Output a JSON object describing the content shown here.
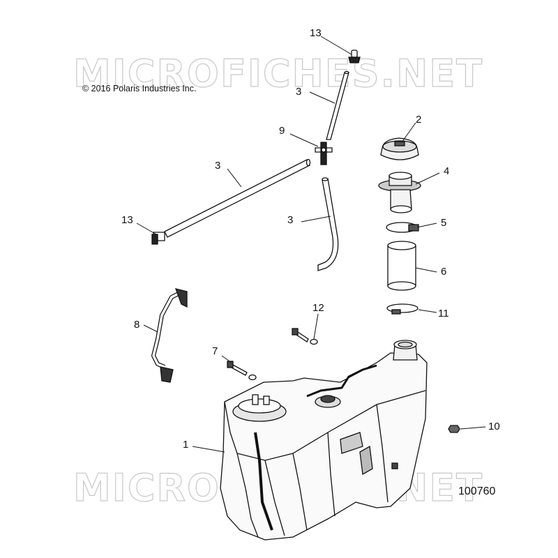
{
  "copyright": "© 2016 Polaris Industries Inc.",
  "figure_number": "100760",
  "watermark": "MICROFICHES.NET",
  "callouts": {
    "c1": "1",
    "c2": "2",
    "c3a": "3",
    "c3b": "3",
    "c3c": "3",
    "c4": "4",
    "c5": "5",
    "c6": "6",
    "c7": "7",
    "c8": "8",
    "c9": "9",
    "c10": "10",
    "c11": "11",
    "c12": "12",
    "c13a": "13",
    "c13b": "13"
  },
  "colors": {
    "line": "#111111",
    "watermark": "#c8c8c8",
    "background": "#ffffff"
  }
}
